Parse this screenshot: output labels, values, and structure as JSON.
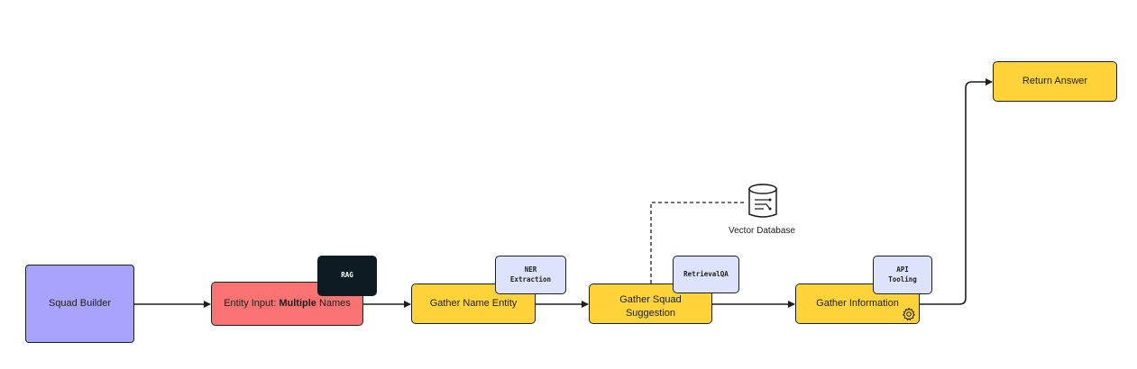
{
  "nodes": {
    "squad_builder": "Squad Builder",
    "entity_input": {
      "prefix": "Entity Input: ",
      "bold": "Multiple",
      "suffix": " Names"
    },
    "gather_name_entity": "Gather Name Entity",
    "gather_squad_suggestion": "Gather Squad\nSuggestion",
    "gather_information": "Gather Information",
    "return_answer": "Return Answer"
  },
  "tags": {
    "rag": "RAG",
    "ner": "NER\nExtraction",
    "retrievalqa": "RetrievalQA",
    "api": "API\nTooling"
  },
  "database": {
    "label": "Vector Database",
    "icon": "database-icon"
  },
  "gear": {
    "icon": "gear-icon"
  },
  "colors": {
    "yellow": "#ffd43b",
    "red": "#f97373",
    "purple": "#a8a3fb",
    "tag_light": "#dde3fb",
    "tag_dark": "#0e1b22"
  }
}
